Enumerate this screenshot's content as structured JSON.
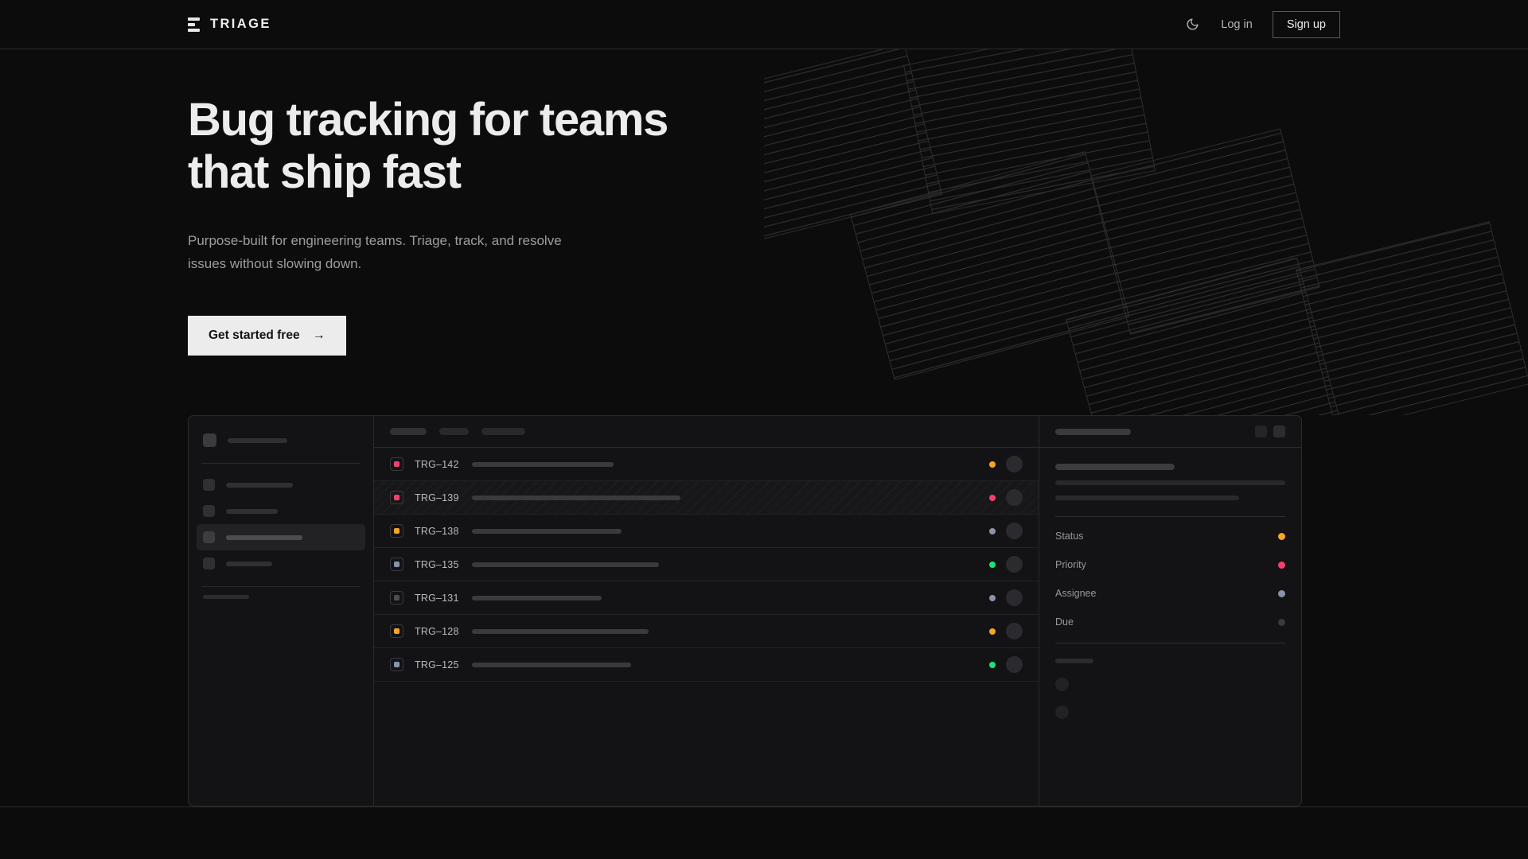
{
  "header": {
    "brand_name": "TRIAGE",
    "logo_icon": "triage-bars-logo",
    "theme_toggle_icon": "moon-icon",
    "login_label": "Log in",
    "signup_label": "Sign up"
  },
  "hero": {
    "title_line1": "Bug tracking for teams",
    "title_line2": "that ship fast",
    "subtitle_line1": "Purpose-built for engineering teams. Triage, track, and",
    "subtitle_line2": "resolve issues without slowing down.",
    "cta_label": "Get started free",
    "cta_arrow": "→",
    "decoration": "striped-ribbon-panels"
  },
  "app": {
    "sidebar": {
      "workspace_placeholder": "",
      "nav_items": [
        {
          "label": "",
          "active": false
        },
        {
          "label": "",
          "active": false
        },
        {
          "label": "",
          "active": true
        },
        {
          "label": "",
          "active": false
        }
      ],
      "section_label": "",
      "mini_items": [
        "",
        "",
        ""
      ]
    },
    "list": {
      "toolbar_placeholders": [
        "",
        "",
        ""
      ],
      "rows": [
        {
          "id": "TRG–142",
          "badge_color": "#f43f6e",
          "status_color": "#f5a524",
          "striped": false,
          "title_width": 178
        },
        {
          "id": "TRG–139",
          "badge_color": "#f43f6e",
          "status_color": "#f43f6e",
          "striped": true,
          "title_width": 262
        },
        {
          "id": "TRG–138",
          "badge_color": "#f5a524",
          "status_color": "#8b93ab",
          "striped": false,
          "title_width": 188
        },
        {
          "id": "TRG–135",
          "badge_color": "#8b93ab",
          "status_color": "#20e07a",
          "striped": false,
          "title_width": 235
        },
        {
          "id": "TRG–131",
          "badge_color": "#4c4c51",
          "status_color": "#8b93ab",
          "striped": false,
          "title_width": 163
        },
        {
          "id": "TRG–128",
          "badge_color": "#f5a524",
          "status_color": "#f5a524",
          "striped": false,
          "title_width": 222
        },
        {
          "id": "TRG–125",
          "badge_color": "#8b93ab",
          "status_color": "#20e07a",
          "striped": false,
          "title_width": 200
        }
      ]
    },
    "detail": {
      "header_placeholder": "",
      "action_icons": [
        "detail-action-1-icon",
        "detail-action-2-icon"
      ],
      "meta": [
        {
          "label": "Status",
          "color": "#f5a524"
        },
        {
          "label": "Priority",
          "color": "#f43f6e"
        },
        {
          "label": "Assignee",
          "color": "#8b93ab"
        },
        {
          "label": "Due",
          "color": "#3a3a3e"
        }
      ],
      "activity_label": ""
    }
  },
  "colors": {
    "background": "#0c0c0d",
    "panel": "#131315",
    "border": "#2a2a2c",
    "accent_amber": "#f5a524",
    "accent_pink": "#f43f6e",
    "accent_green": "#20e07a",
    "accent_slate": "#8b93ab",
    "text_primary": "#ececec",
    "text_muted": "#9d9d9f"
  }
}
